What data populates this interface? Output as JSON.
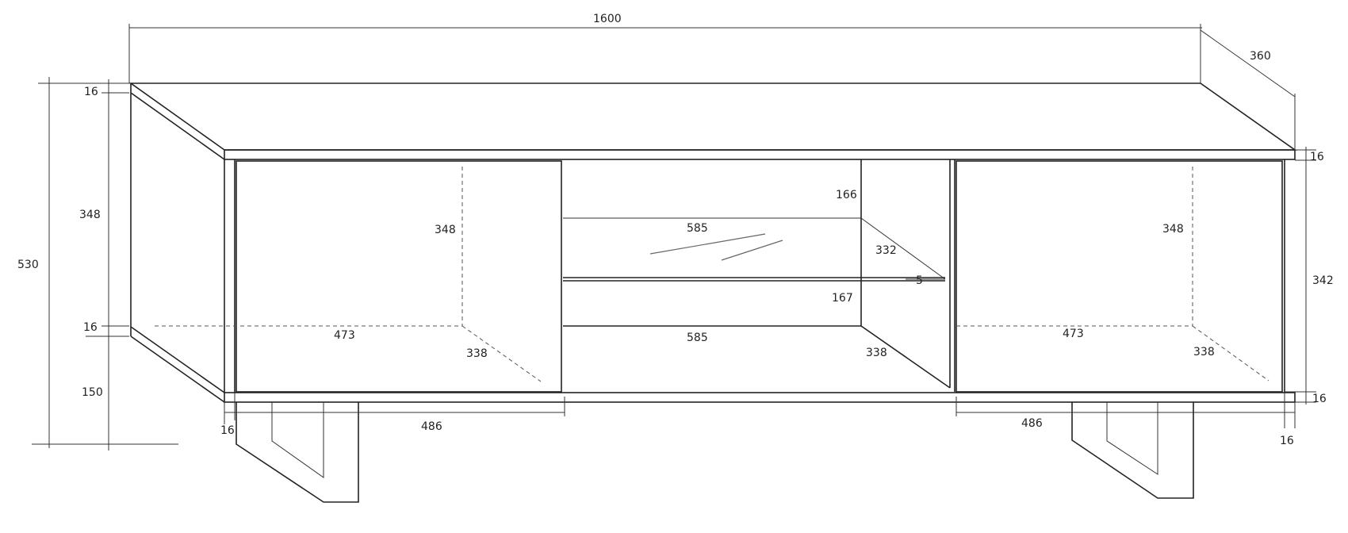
{
  "drawing": {
    "title": "TV cabinet dimension drawing",
    "units": "mm",
    "dimensions": {
      "total_width": "1600",
      "depth": "360",
      "total_height": "530",
      "top_thickness_left": "16",
      "body_height_left": "348",
      "bottom_thickness_left": "16",
      "leg_height": "150",
      "side_thickness_bottom_left": "16",
      "left_door_width": "486",
      "left_inner_height": "348",
      "left_inner_width": "473",
      "left_inner_depth": "338",
      "middle_upper_height": "166",
      "middle_shelf_width_top": "585",
      "middle_shelf_depth": "332",
      "glass_thickness": "5",
      "middle_lower_height": "167",
      "middle_bottom_width": "585",
      "middle_bottom_depth": "338",
      "right_inner_height": "348",
      "right_inner_width": "473",
      "right_inner_depth": "338",
      "right_door_width": "486",
      "top_thickness_right": "16",
      "body_height_right": "342",
      "bottom_thickness_right": "16",
      "side_thickness_bottom_right": "16"
    }
  }
}
